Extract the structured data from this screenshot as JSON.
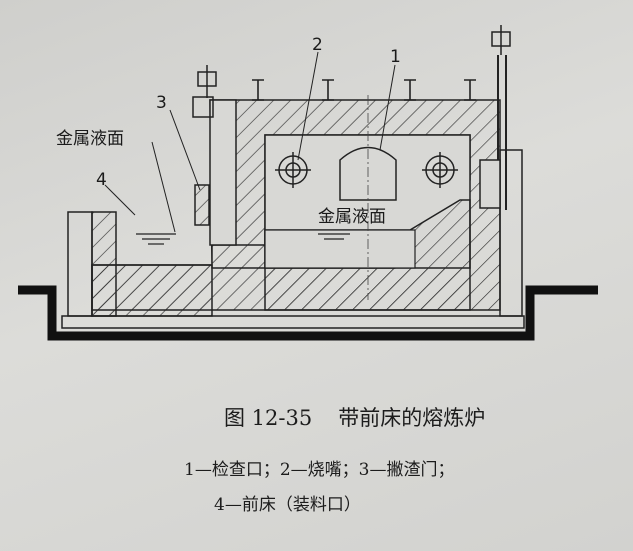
{
  "diagram": {
    "labels": {
      "metal_surface_left": "金属液面",
      "metal_surface_center": "金属液面",
      "n1": "1",
      "n2": "2",
      "n3": "3",
      "n4": "4"
    }
  },
  "caption": {
    "figure_number": "图 12-35",
    "title": "带前床的熔炼炉",
    "legend_line1": "1—检查口；2—烧嘴；3—撇渣门；",
    "legend_line2": "4—前床（装料口）"
  }
}
